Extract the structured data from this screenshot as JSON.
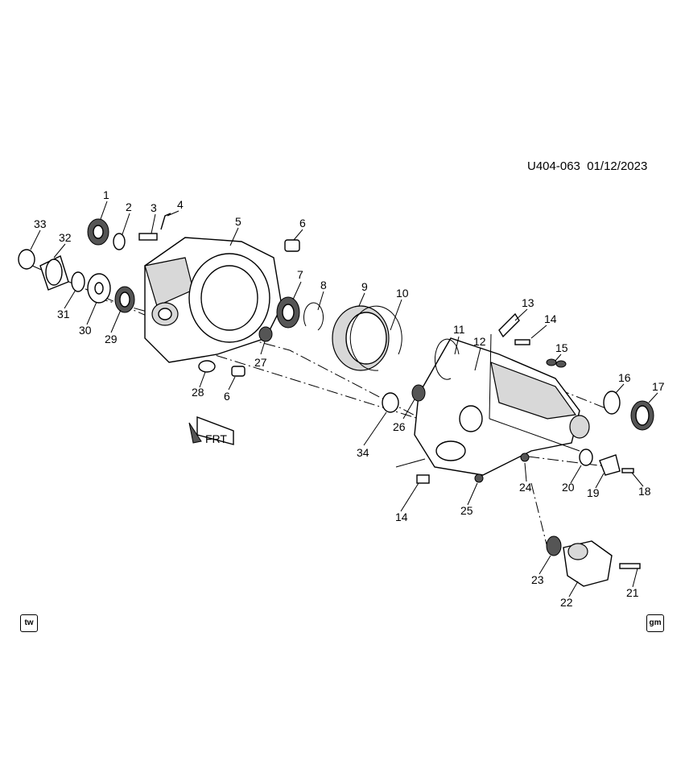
{
  "header": {
    "code": "U404-063",
    "date": "01/12/2023"
  },
  "footer": {
    "left_tag": "tw",
    "right_tag": "gm"
  },
  "front_indicator": "FRT",
  "callouts": [
    "1",
    "2",
    "3",
    "4",
    "5",
    "6",
    "7",
    "8",
    "9",
    "10",
    "11",
    "12",
    "13",
    "14",
    "15",
    "16",
    "17",
    "18",
    "19",
    "20",
    "21",
    "22",
    "23",
    "24",
    "25",
    "26",
    "27",
    "28",
    "6",
    "29",
    "30",
    "31",
    "32",
    "33",
    "34",
    "14"
  ]
}
